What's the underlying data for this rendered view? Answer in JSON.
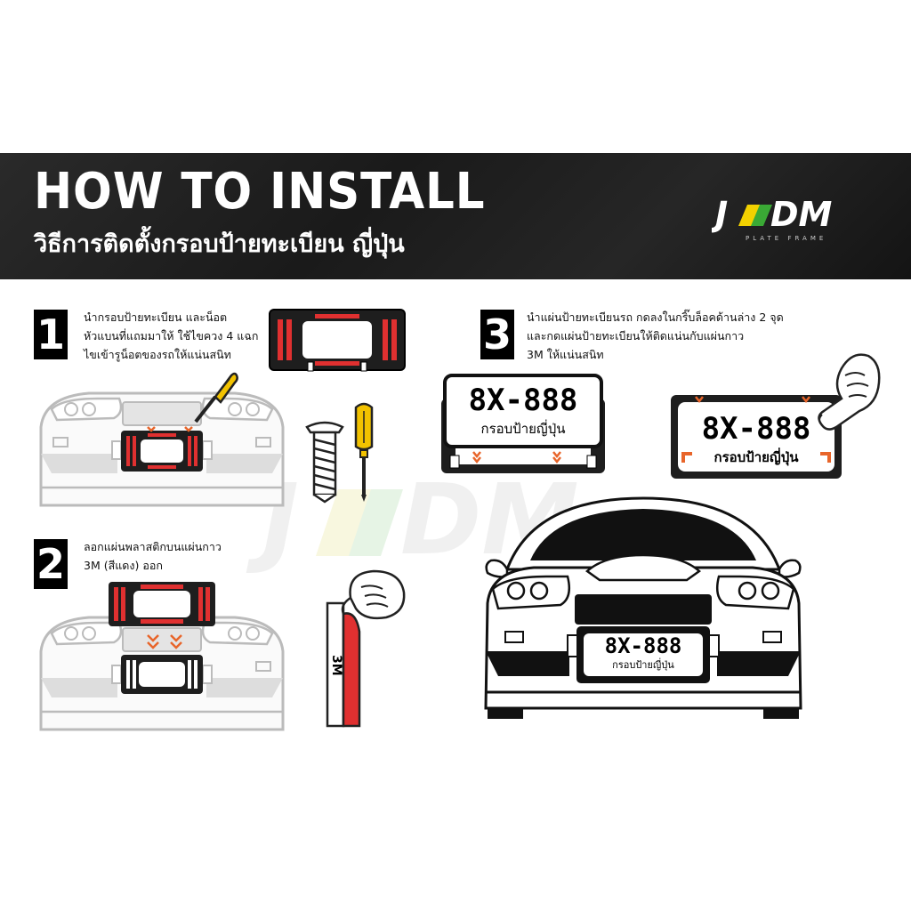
{
  "header": {
    "title": "HOW TO INSTALL",
    "subtitle": "วิธีการติดตั้งกรอบป้ายทะเบียน ญี่ปุ่น"
  },
  "brand": {
    "logo_text": "JDM",
    "logo_sub": "PLATE FRAME",
    "accent_yellow": "#f2d100",
    "accent_green": "#3aa935"
  },
  "steps": [
    {
      "number": "1",
      "lines": [
        "นำกรอบป้ายทะเบียน และน็อต",
        "หัวแบนที่แถมมาให้ ใช้ไขควง 4 แฉก",
        "ไขเข้ารูน็อตของรถให้แน่นสนิท"
      ]
    },
    {
      "number": "2",
      "lines": [
        "ลอกแผ่นพลาสติกบนแผ่นกาว",
        "3M (สีแดง) ออก"
      ]
    },
    {
      "number": "3",
      "lines": [
        "นำแผ่นป้ายทะเบียนรถ กดลงในกริ๊บล็อคด้านล่าง 2 จุด",
        "และกดแผ่นป้ายทะเบียนให้ติดแน่นกับแผ่นกาว",
        "3M ให้แน่นสนิท"
      ]
    }
  ],
  "plate": {
    "number": "8X-888",
    "caption": "กรอบป้ายญี่ปุ่น"
  },
  "tape_label": "3M",
  "colors": {
    "red": "#e03030",
    "orange": "#e8652a",
    "black": "#111111"
  }
}
